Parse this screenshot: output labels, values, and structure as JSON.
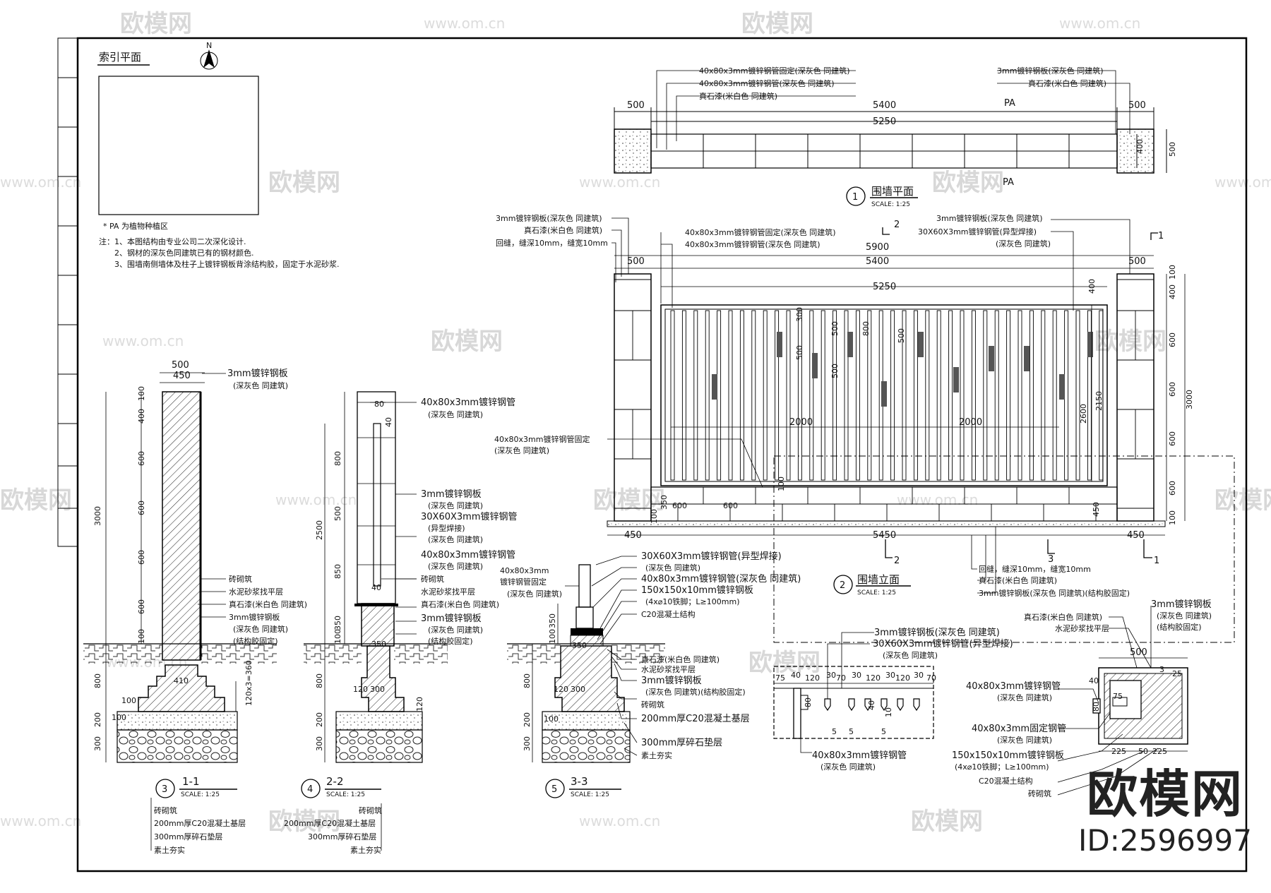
{
  "watermarks": {
    "logo": "欧模网",
    "url": "www.om.cn"
  },
  "index_plan": {
    "title": "索引平面",
    "north": "N",
    "note_pa": "* PA 为植物种植区",
    "notes": [
      "注：1、本图结构由专业公司二次深化设计.",
      "2、钢材的深灰色同建筑已有的钢材颜色.",
      "3、围墙南侧墙体及柱子上镀锌钢板背涂结构胶，固定于水泥砂浆."
    ]
  },
  "plan": {
    "title": "围墙平面",
    "num": "1",
    "scale": "SCALE:  1:25",
    "labels": [
      "40x80x3mm镀锌钢管固定(深灰色 同建筑)",
      "40x80x3mm镀锌钢管(深灰色 同建筑)",
      "真石漆(米白色 同建筑)",
      "3mm镀锌钢板(深灰色 同建筑)",
      "真石漆(米白色 同建筑)"
    ],
    "dims": [
      "500",
      "5400",
      "PA",
      "500",
      "5250",
      "400",
      "500",
      "PA"
    ]
  },
  "elev": {
    "title": "围墙立面",
    "num": "2",
    "scale": "SCALE:  1:25",
    "labels_left": [
      "3mm镀锌钢板(深灰色 同建筑)",
      "真石漆(米白色 同建筑)",
      "回缝，缝深10mm，缝宽10mm"
    ],
    "labels_mid": [
      "40x80x3mm镀锌钢管固定(深灰色 同建筑)",
      "40x80x3mm镀锌钢管(深灰色 同建筑)"
    ],
    "labels_right": [
      "3mm镀锌钢板(深灰色 同建筑)",
      "30X60X3mm镀锌钢管(异型焊接)",
      "(深灰色 同建筑)"
    ],
    "label_fix": "40x80x3mm镀锌钢管固定",
    "label_fix2": "(深灰色 同建筑)",
    "labels_bottom": [
      "回缝，缝深10mm，缝宽10mm",
      "真石漆(米白色 同建筑)",
      "3mm镀锌钢板(深灰色 同建筑)(结构胶固定)"
    ],
    "dims": [
      "5900",
      "5400",
      "500",
      "500",
      "5250",
      "2000",
      "2000",
      "5450",
      "450",
      "450",
      "3000",
      "2150",
      "2600",
      "300",
      "500",
      "500",
      "500",
      "800",
      "500",
      "400",
      "450",
      "600",
      "600",
      "100",
      "350",
      "100",
      "400",
      "600",
      "600",
      "600",
      "600",
      "100",
      "100"
    ],
    "marks": [
      "2",
      "1",
      "2",
      "3",
      "1"
    ]
  },
  "sec11": {
    "title": "1-1",
    "num": "3",
    "scale": "SCALE:  1:25",
    "labels": [
      "3mm镀锌钢板",
      "(深灰色 同建筑)",
      "砖砌筑",
      "水泥砂浆找平层",
      "真石漆(米白色 同建筑)",
      "3mm镀锌钢板",
      "(深灰色 同建筑)",
      "(结构胶固定)"
    ],
    "bottom": [
      "砖砌筑",
      "200mm厚C20混凝土基层",
      "300mm厚碎石垫层",
      "素土夯实"
    ],
    "dims": [
      "500",
      "450",
      "100",
      "400",
      "600",
      "600",
      "600",
      "600",
      "100",
      "3000",
      "800",
      "200",
      "300",
      "410",
      "100",
      "100",
      "120x3=360"
    ]
  },
  "sec22": {
    "title": "2-2",
    "num": "4",
    "scale": "SCALE:  1:25",
    "labels": [
      "40x80x3mm镀锌钢管",
      "(深灰色 同建筑)",
      "3mm镀锌钢板",
      "(深灰色 同建筑)",
      "30X60X3mm镀锌钢管",
      "(异型焊接)",
      "(深灰色 同建筑)",
      "40x80x3mm镀锌钢管",
      "(深灰色 同建筑)",
      "砖砌筑",
      "水泥砂浆找平层",
      "真石漆(米白色 同建筑)",
      "3mm镀锌钢板",
      "(深灰色 同建筑)",
      "(结构胶固定)"
    ],
    "bottom": [
      "砖砌筑",
      "200mm厚C20混凝土基层",
      "300mm厚碎石垫层",
      "素土夯实"
    ],
    "dims": [
      "80",
      "40",
      "2500",
      "800",
      "500",
      "850",
      "350",
      "100",
      "800",
      "200",
      "300",
      "120",
      "300",
      "350",
      "40",
      "120"
    ]
  },
  "sec33": {
    "title": "3-3",
    "num": "5",
    "scale": "SCALE:  1:25",
    "labels_left": [
      "40x80x3mm",
      "镀锌钢管固定",
      "(深灰色 同建筑)"
    ],
    "labels_right": [
      "30X60X3mm镀锌钢管(异型焊接)",
      "(深灰色 同建筑)",
      "40x80x3mm镀锌钢管(深灰色 同建筑)",
      "150x150x10mm镀锌钢板",
      "(4x⌀10铁脚；L≥100mm)",
      "C20混凝土结构",
      "真石漆(米白色 同建筑)",
      "水泥砂浆找平层",
      "3mm镀锌钢板",
      "(深灰色 同建筑)(结构胶固定)",
      "砖砌筑",
      "200mm厚C20混凝土基层",
      "300mm厚碎石垫层",
      "素土夯实"
    ],
    "dims": [
      "350",
      "100",
      "350",
      "800",
      "120",
      "300",
      "200",
      "300",
      "100"
    ]
  },
  "detail_a": {
    "labels": [
      "3mm镀锌钢板(深灰色 同建筑)",
      "30X60X3mm镀锌钢管(异型焊接)",
      "(深灰色 同建筑)",
      "40x80x3mm镀锌钢管",
      "(深灰色 同建筑)"
    ],
    "dims": [
      "75",
      "40",
      "120",
      "30",
      "70",
      "30",
      "120",
      "30",
      "120",
      "30",
      "70",
      "80",
      "40",
      "10",
      "5",
      "5",
      "5"
    ]
  },
  "detail_b": {
    "labels_top": [
      "3mm镀锌钢板",
      "(深灰色 同建筑)",
      "(结构胶固定)",
      "真石漆(米白色 同建筑)",
      "水泥砂浆找平层"
    ],
    "labels_left": [
      "40x80x3mm镀锌钢管",
      "(深灰色 同建筑)",
      "40x80x3mm固定钢管",
      "(深灰色 同建筑)",
      "150x150x10mm镀锌钢板",
      "(4x⌀10铁脚；L≥100mm)",
      "C20混凝土结构",
      "砖砌筑"
    ],
    "dims": [
      "500",
      "40",
      "80",
      "75",
      "3",
      "25",
      "225",
      "50",
      "225"
    ]
  },
  "brand": {
    "logo": "欧模网",
    "id": "ID:2596997"
  }
}
